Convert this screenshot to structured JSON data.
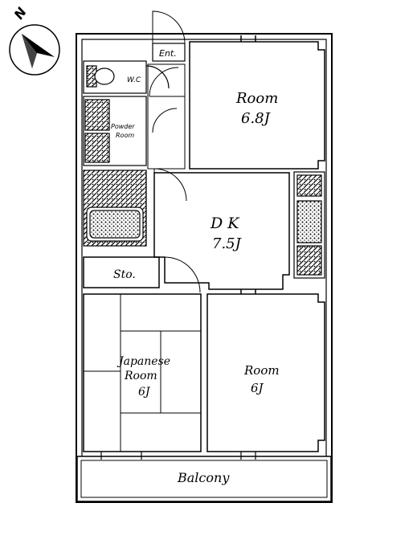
{
  "compass": {
    "north_letter": "N"
  },
  "rooms": {
    "room_upper": {
      "name": "Room",
      "size": "6.8J"
    },
    "dk": {
      "name": "D K",
      "size": "7.5J"
    },
    "room_lower": {
      "name": "Room",
      "size": "6J"
    },
    "japanese_room": {
      "line1": "Japanese",
      "line2": "Room",
      "size": "6J"
    },
    "storage": {
      "name": "Sto."
    },
    "entrance": {
      "name": "Ent."
    },
    "wc": {
      "name": "W.C"
    },
    "powder_room": {
      "line1": "Powder",
      "line2": "Room"
    },
    "balcony": {
      "name": "Balcony"
    }
  }
}
